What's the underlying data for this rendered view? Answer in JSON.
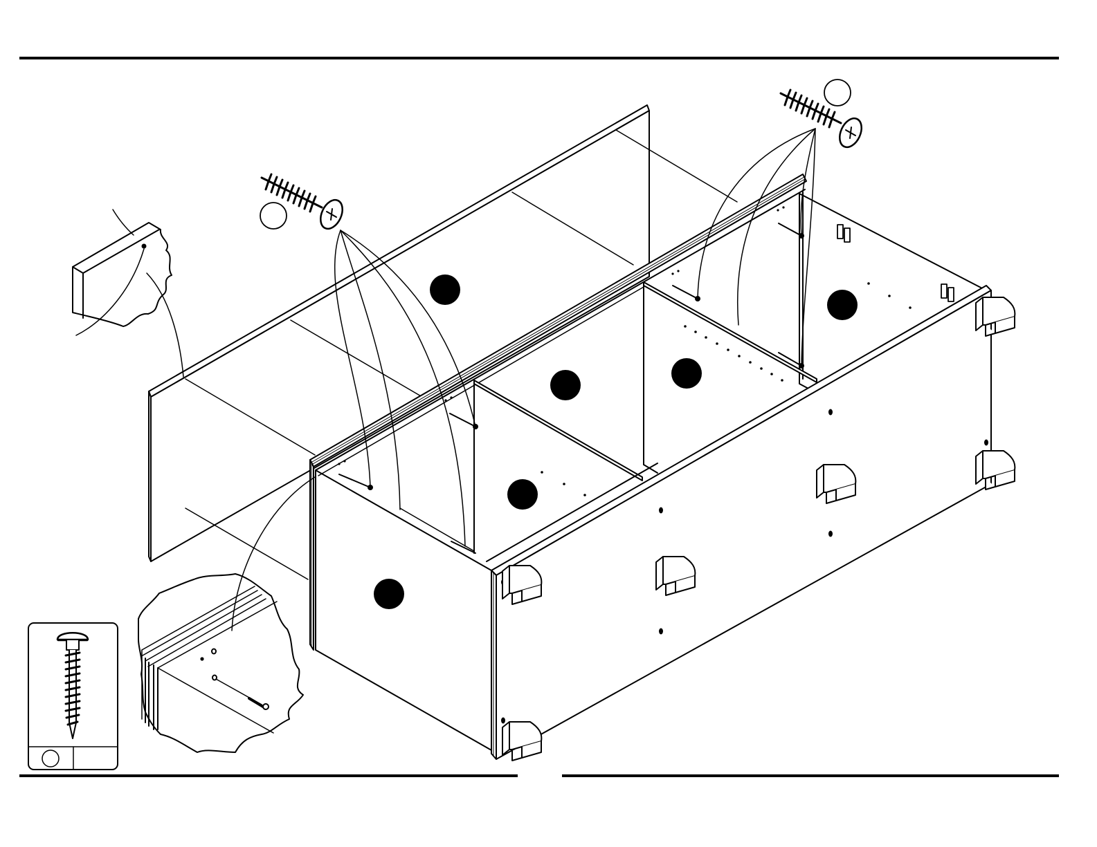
{
  "page": {
    "background": "#ffffff",
    "ink": "#000000"
  },
  "callouts": {
    "screw_top_left": "",
    "screw_top_right": "",
    "hardware_box_id": "",
    "hardware_box_qty": ""
  },
  "panels": {
    "markers": [
      "filled-dot-marker",
      "filled-dot-marker",
      "filled-dot-marker",
      "filled-dot-marker",
      "filled-dot-marker",
      "filled-dot-marker"
    ]
  },
  "icons": {
    "screw": "wood-screw-icon",
    "hardware_screw": "pan-head-screw-icon",
    "glide": "furniture-glide-icon"
  }
}
